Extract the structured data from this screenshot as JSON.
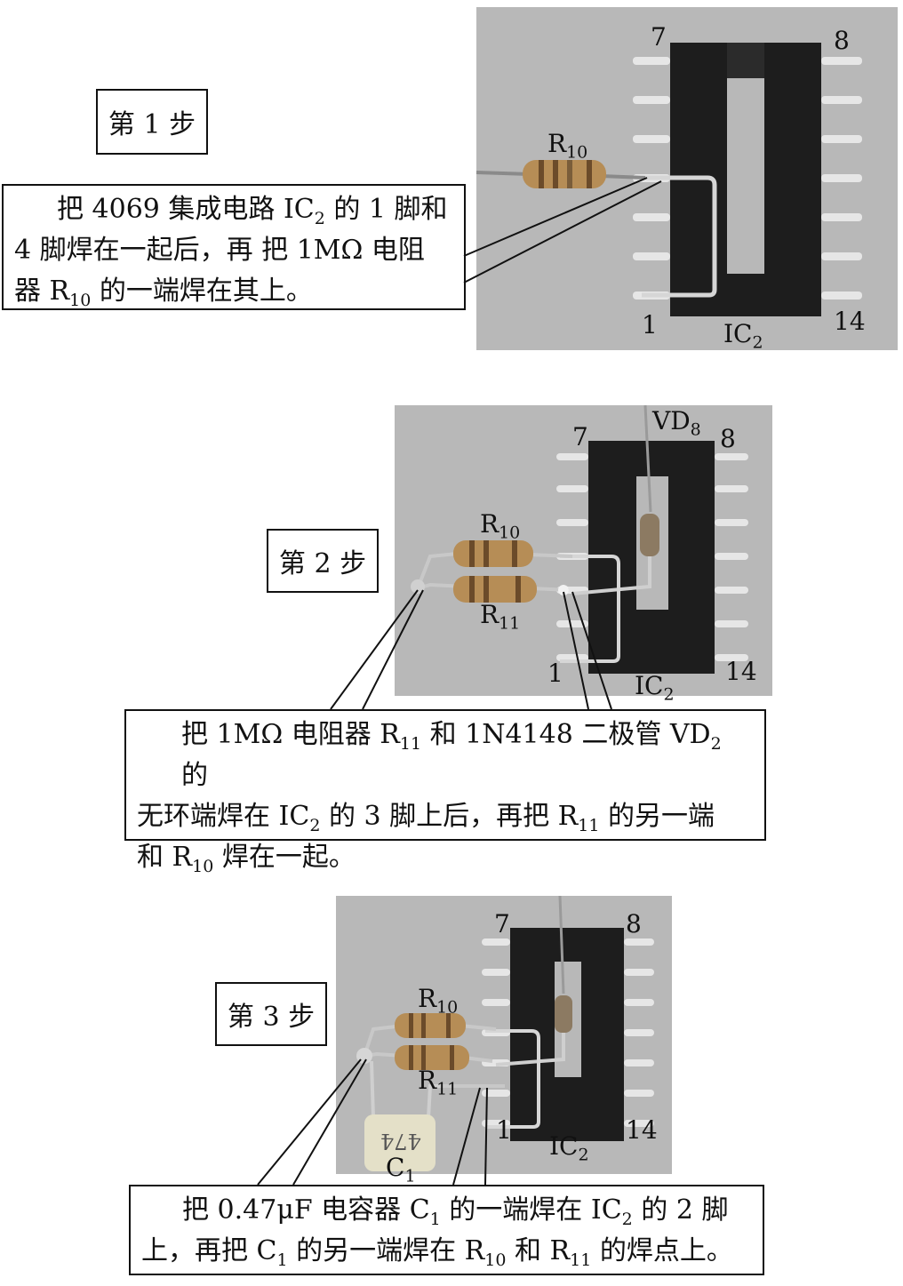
{
  "step1": {
    "title": "第 1 步",
    "text": [
      [
        "把 4069 集成电路 IC",
        "2",
        " 的 1 脚和"
      ],
      [
        "4 脚焊在一起后，再 把 1MΩ 电阻"
      ],
      [
        "器 R",
        "10",
        " 的一端焊在其上。"
      ]
    ],
    "labels": {
      "pin7": "7",
      "pin8": "8",
      "pin1": "1",
      "pin14": "14",
      "ic": "IC",
      "ic_sub": "2",
      "r": "R",
      "r_sub": "10"
    }
  },
  "step2": {
    "title": "第 2 步",
    "text": [
      [
        "把 1MΩ 电阻器 R",
        "11",
        " 和 1N4148 二极管 VD",
        "2",
        " 的"
      ],
      [
        "无环端焊在 IC",
        "2",
        " 的 3 脚上后，再把 R",
        "11",
        " 的另一端"
      ],
      [
        "和 R",
        "10",
        " 焊在一起。"
      ]
    ],
    "labels": {
      "pin7": "7",
      "pin8": "8",
      "pin1": "1",
      "pin14": "14",
      "ic": "IC",
      "ic_sub": "2",
      "r10": "R",
      "r10_sub": "10",
      "r11": "R",
      "r11_sub": "11",
      "vd": "VD",
      "vd_sub": "8"
    }
  },
  "step3": {
    "title": "第 3 步",
    "text": [
      [
        "把 0.47μF 电容器 C",
        "1",
        " 的一端焊在 IC",
        "2",
        " 的 2 脚"
      ],
      [
        "上，再把 C",
        "1",
        " 的另一端焊在 R",
        "10",
        " 和 R",
        "11",
        " 的焊点上。"
      ]
    ],
    "labels": {
      "pin7": "7",
      "pin8": "8",
      "pin1": "1",
      "pin14": "14",
      "ic": "IC",
      "ic_sub": "2",
      "r10": "R",
      "r10_sub": "10",
      "r11": "R",
      "r11_sub": "11",
      "c": "C",
      "c_sub": "1",
      "cap_mark": "474"
    }
  }
}
